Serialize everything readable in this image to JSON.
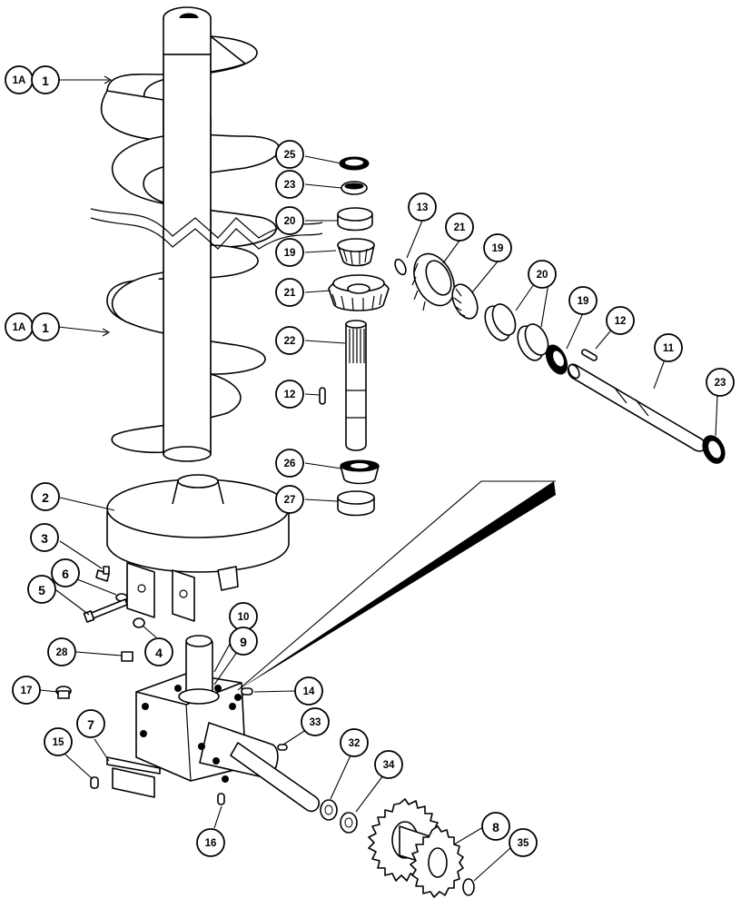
{
  "diagram": {
    "callouts": [
      {
        "id": "1a_top",
        "label": "1A"
      },
      {
        "id": "1_top",
        "label": "1"
      },
      {
        "id": "1a_mid",
        "label": "1A"
      },
      {
        "id": "1_mid",
        "label": "1"
      },
      {
        "id": "25",
        "label": "25"
      },
      {
        "id": "23a",
        "label": "23"
      },
      {
        "id": "20a",
        "label": "20"
      },
      {
        "id": "19a",
        "label": "19"
      },
      {
        "id": "21a",
        "label": "21"
      },
      {
        "id": "22",
        "label": "22"
      },
      {
        "id": "12a",
        "label": "12"
      },
      {
        "id": "26",
        "label": "26"
      },
      {
        "id": "27",
        "label": "27"
      },
      {
        "id": "13",
        "label": "13"
      },
      {
        "id": "21b",
        "label": "21"
      },
      {
        "id": "19b",
        "label": "19"
      },
      {
        "id": "20b",
        "label": "20"
      },
      {
        "id": "19c",
        "label": "19"
      },
      {
        "id": "12b",
        "label": "12"
      },
      {
        "id": "11",
        "label": "11"
      },
      {
        "id": "23b",
        "label": "23"
      },
      {
        "id": "2",
        "label": "2"
      },
      {
        "id": "3",
        "label": "3"
      },
      {
        "id": "6",
        "label": "6"
      },
      {
        "id": "5",
        "label": "5"
      },
      {
        "id": "4",
        "label": "4"
      },
      {
        "id": "10",
        "label": "10"
      },
      {
        "id": "9",
        "label": "9"
      },
      {
        "id": "28",
        "label": "28"
      },
      {
        "id": "17",
        "label": "17"
      },
      {
        "id": "14",
        "label": "14"
      },
      {
        "id": "7",
        "label": "7"
      },
      {
        "id": "15",
        "label": "15"
      },
      {
        "id": "33",
        "label": "33"
      },
      {
        "id": "32",
        "label": "32"
      },
      {
        "id": "34",
        "label": "34"
      },
      {
        "id": "8",
        "label": "8"
      },
      {
        "id": "16",
        "label": "16"
      },
      {
        "id": "35",
        "label": "35"
      }
    ]
  }
}
